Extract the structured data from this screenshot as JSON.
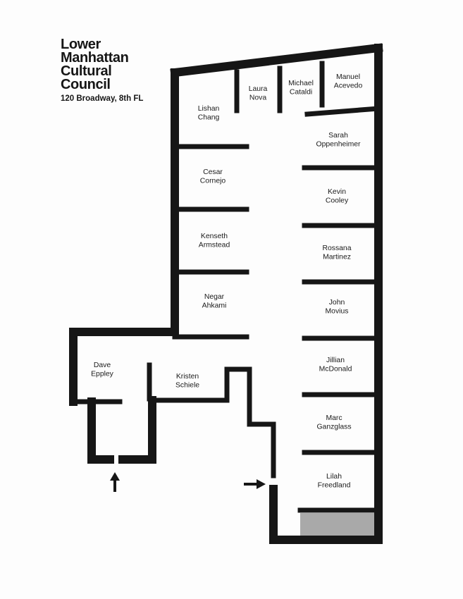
{
  "header": {
    "title_lines": [
      "Lower",
      "Manhattan",
      "Cultural",
      "Council"
    ],
    "address": "120 Broadway, 8th FL"
  },
  "colors": {
    "wall": "#161616",
    "shaded": "#a9a9a9",
    "ink": "#1a1a1a"
  },
  "rooms": [
    {
      "id": "lishan-chang",
      "lines": [
        "Lishan",
        "Chang"
      ]
    },
    {
      "id": "laura-nova",
      "lines": [
        "Laura",
        "Nova"
      ]
    },
    {
      "id": "michael-cataldi",
      "lines": [
        "Michael",
        "Cataldi"
      ]
    },
    {
      "id": "manuel-acevedo",
      "lines": [
        "Manuel",
        "Acevedo"
      ]
    },
    {
      "id": "sarah-oppenheimer",
      "lines": [
        "Sarah",
        "Oppenheimer"
      ]
    },
    {
      "id": "cesar-cornejo",
      "lines": [
        "Cesar",
        "Cornejo"
      ]
    },
    {
      "id": "kevin-cooley",
      "lines": [
        "Kevin",
        "Cooley"
      ]
    },
    {
      "id": "kenseth-armstead",
      "lines": [
        "Kenseth",
        "Armstead"
      ]
    },
    {
      "id": "rossana-martinez",
      "lines": [
        "Rossana",
        "Martinez"
      ]
    },
    {
      "id": "negar-ahkami",
      "lines": [
        "Negar",
        "Ahkami"
      ]
    },
    {
      "id": "john-movius",
      "lines": [
        "John",
        "Movius"
      ]
    },
    {
      "id": "dave-eppley",
      "lines": [
        "Dave",
        "Eppley"
      ]
    },
    {
      "id": "kristen-schiele",
      "lines": [
        "Kristen",
        "Schiele"
      ]
    },
    {
      "id": "jillian-mcdonald",
      "lines": [
        "Jillian",
        "McDonald"
      ]
    },
    {
      "id": "marc-ganzglass",
      "lines": [
        "Marc",
        "Ganzglass"
      ]
    },
    {
      "id": "lilah-freedland",
      "lines": [
        "Lilah",
        "Freedland"
      ]
    }
  ],
  "entrances": [
    {
      "id": "entrance-arrow-up",
      "direction": "up"
    },
    {
      "id": "entrance-arrow-right",
      "direction": "right"
    }
  ]
}
